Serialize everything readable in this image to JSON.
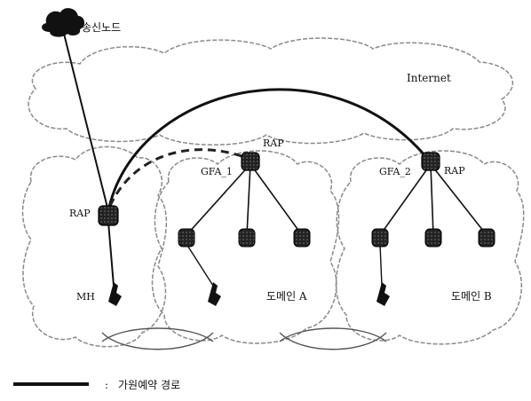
{
  "labels": {
    "sender_node": "송신노드",
    "internet": "Internet",
    "rap_left": "RAP",
    "rap_mid": "RAP",
    "rap_right": "RAP",
    "gfa1": "GFA_1",
    "gfa2": "GFA_2",
    "mh": "MH",
    "domain_a": "도메인 A",
    "domain_b": "도메인 B",
    "legend_colon": ":",
    "legend_text": "가원예약 경로"
  }
}
